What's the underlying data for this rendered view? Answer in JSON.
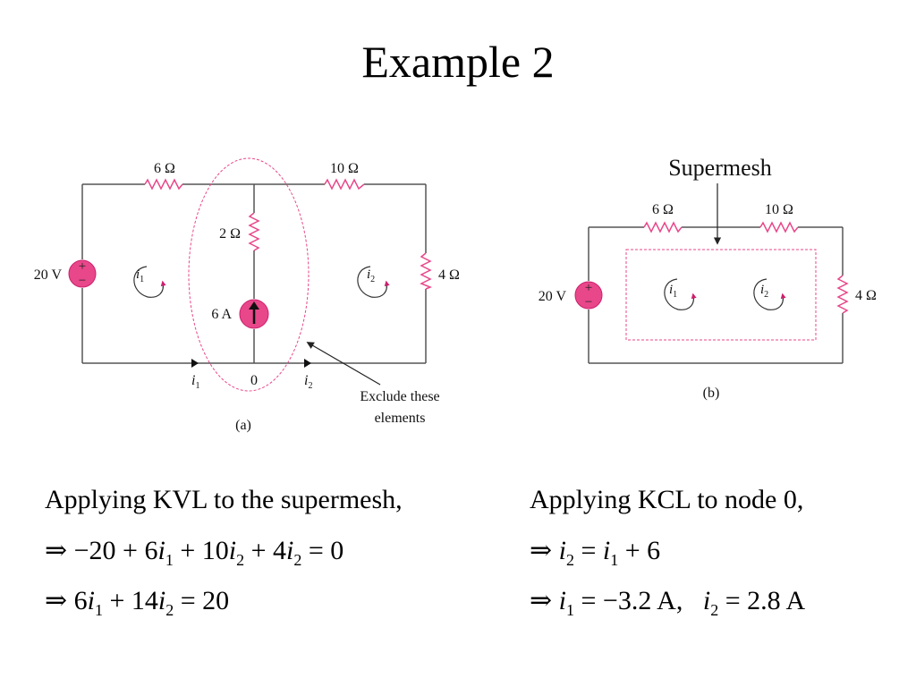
{
  "title": "Example 2",
  "figure_a": {
    "r1": "6 Ω",
    "r2": "10 Ω",
    "r3": "2 Ω",
    "r4": "4 Ω",
    "source_v": "20 V",
    "source_i": "6 A",
    "mesh1": "i",
    "mesh1_sub": "1",
    "mesh2": "i",
    "mesh2_sub": "2",
    "branch1": "i",
    "branch1_sub": "1",
    "branch2": "i",
    "branch2_sub": "2",
    "node": "0",
    "exclude_line1": "Exclude these",
    "exclude_line2": "elements",
    "caption": "(a)"
  },
  "figure_b": {
    "label": "Supermesh",
    "r1": "6 Ω",
    "r2": "10 Ω",
    "r4": "4 Ω",
    "source_v": "20 V",
    "mesh1": "i",
    "mesh1_sub": "1",
    "mesh2": "i",
    "mesh2_sub": "2",
    "caption": "(b)"
  },
  "left_text": {
    "heading": "Applying  KVL  to the supermesh,",
    "eq1": {
      "arrow": "⇒",
      "a": "−20 + 6",
      "b": " + 10",
      "c": " + 4",
      "d": " = 0",
      "v": "i",
      "s1": "1",
      "s2": "2",
      "s3": "2"
    },
    "eq2": {
      "arrow": "⇒",
      "a": " 6",
      "b": " + 14",
      "c": " = 20",
      "v": "i",
      "s1": "1",
      "s2": "2"
    }
  },
  "right_text": {
    "heading": "Applying  KCL  to node 0,",
    "eq1": {
      "arrow": "⇒",
      "v": "i",
      "s1": "2",
      "mid": " = ",
      "s2": "1",
      "tail": " + 6"
    },
    "eq2": {
      "arrow": "⇒",
      "v": "i",
      "s1": "1",
      "mid": " = −3.2 A,   ",
      "s2": "2",
      "tail": " = 2.8 A"
    }
  },
  "colors": {
    "wire": "#555555",
    "accent": "#e8478a",
    "accent_dark": "#cc1f6e"
  }
}
